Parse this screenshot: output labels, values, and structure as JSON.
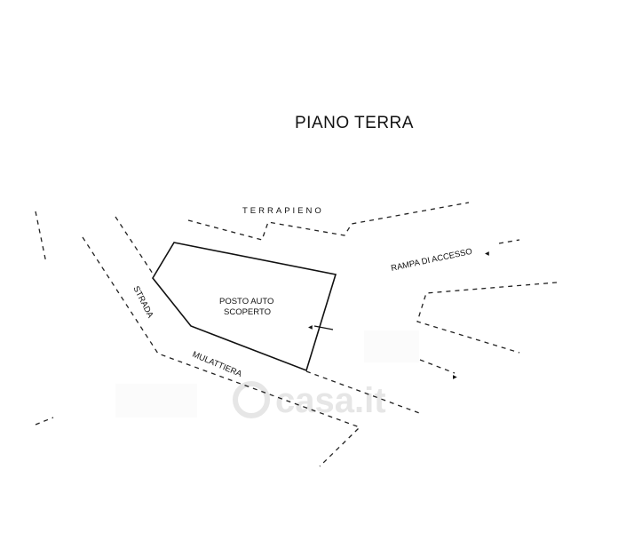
{
  "drawing": {
    "title": "PIANO TERRA",
    "labels": {
      "embankment": "TERRAPIENO",
      "access_ramp": "RAMPA DI ACCESSO",
      "parking_line1": "POSTO AUTO",
      "parking_line2": "SCOPERTO",
      "road_word1": "STRADA",
      "road_word2": "MULATTIERA"
    }
  },
  "watermark": {
    "text": "casa.it"
  },
  "colors": {
    "lines": "#111111",
    "background": "#ffffff",
    "watermark": "#e6e6e6"
  }
}
